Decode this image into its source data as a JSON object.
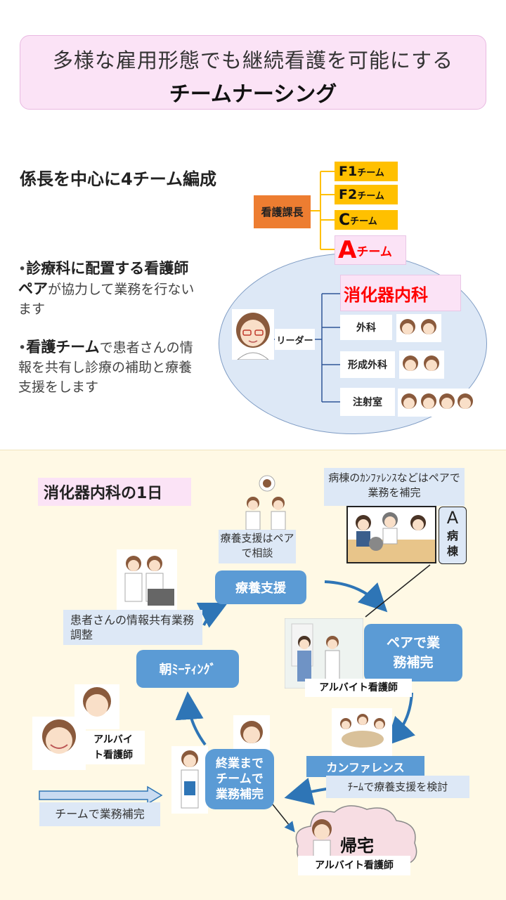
{
  "title": {
    "line1": "多様な雇用形態でも継続看護を可能にする",
    "line2": "チームナーシング"
  },
  "left": {
    "heading": "係長を中心に4チーム編成",
    "bullet1": {
      "strong": "診療科に配置する看護師ペア",
      "rest": "が協力して業務を行ないます"
    },
    "bullet2": {
      "strong": "看護チーム",
      "rest": "で患者さんの情報を共有し診療の補助と療養支援をします"
    }
  },
  "org": {
    "head": "看護課長",
    "teams": [
      {
        "letter": "F1",
        "suffix": "チーム"
      },
      {
        "letter": "F2",
        "suffix": "チーム"
      },
      {
        "letter": "C",
        "suffix": "チーム"
      },
      {
        "letter": "A",
        "suffix": "チーム"
      }
    ],
    "leader": "リーダー",
    "dept_main": "消化器内科",
    "depts": [
      "外科",
      "形成外科",
      "注射室"
    ]
  },
  "day": {
    "title": "消化器内科の1日",
    "ward_conf_note": "病棟のｶﾝﾌｧﾚﾝｽなどはペアで業務を補完",
    "ward_label": {
      "letter": "A",
      "word": "病棟"
    },
    "care_note": "療養支援はペアで相談",
    "care_support": "療養支援",
    "patient_info_note": "患者さんの情報共有業務調整",
    "morning_meeting": "朝ﾐｰﾃｨﾝｸﾞ",
    "pair_complement": "ペアで業務補完",
    "part_time_nurse": "アルバイト看護師",
    "conference": "カンファレンス",
    "conference_note": "ﾁｰﾑで療養支援を検討",
    "until_end": "終業までチームで業務補完",
    "team_complement": "チームで業務補完",
    "go_home": "帰宅",
    "part_time_nurse_2line": "アルバイト看護師",
    "part_time_nurse_bottom": "アルバイト看護師"
  },
  "colors": {
    "orange": "#ed7d31",
    "gold": "#ffc000",
    "pink": "#fbe3f6",
    "blue": "#5b9bd5",
    "red": "#ff0000"
  }
}
